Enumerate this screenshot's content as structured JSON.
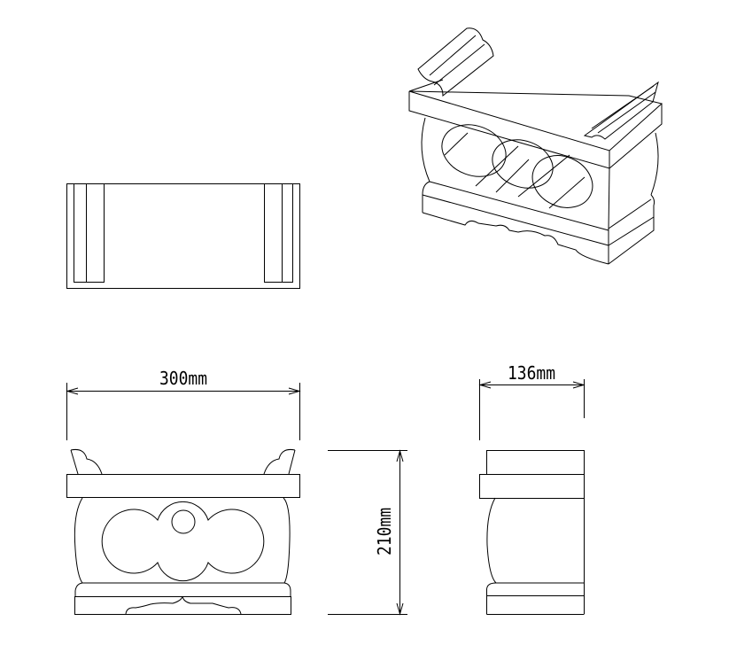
{
  "dimensions": {
    "width_label": "300mm",
    "depth_label": "136mm",
    "height_label": "210mm"
  },
  "colors": {
    "line": "#000000",
    "background": "#ffffff"
  }
}
